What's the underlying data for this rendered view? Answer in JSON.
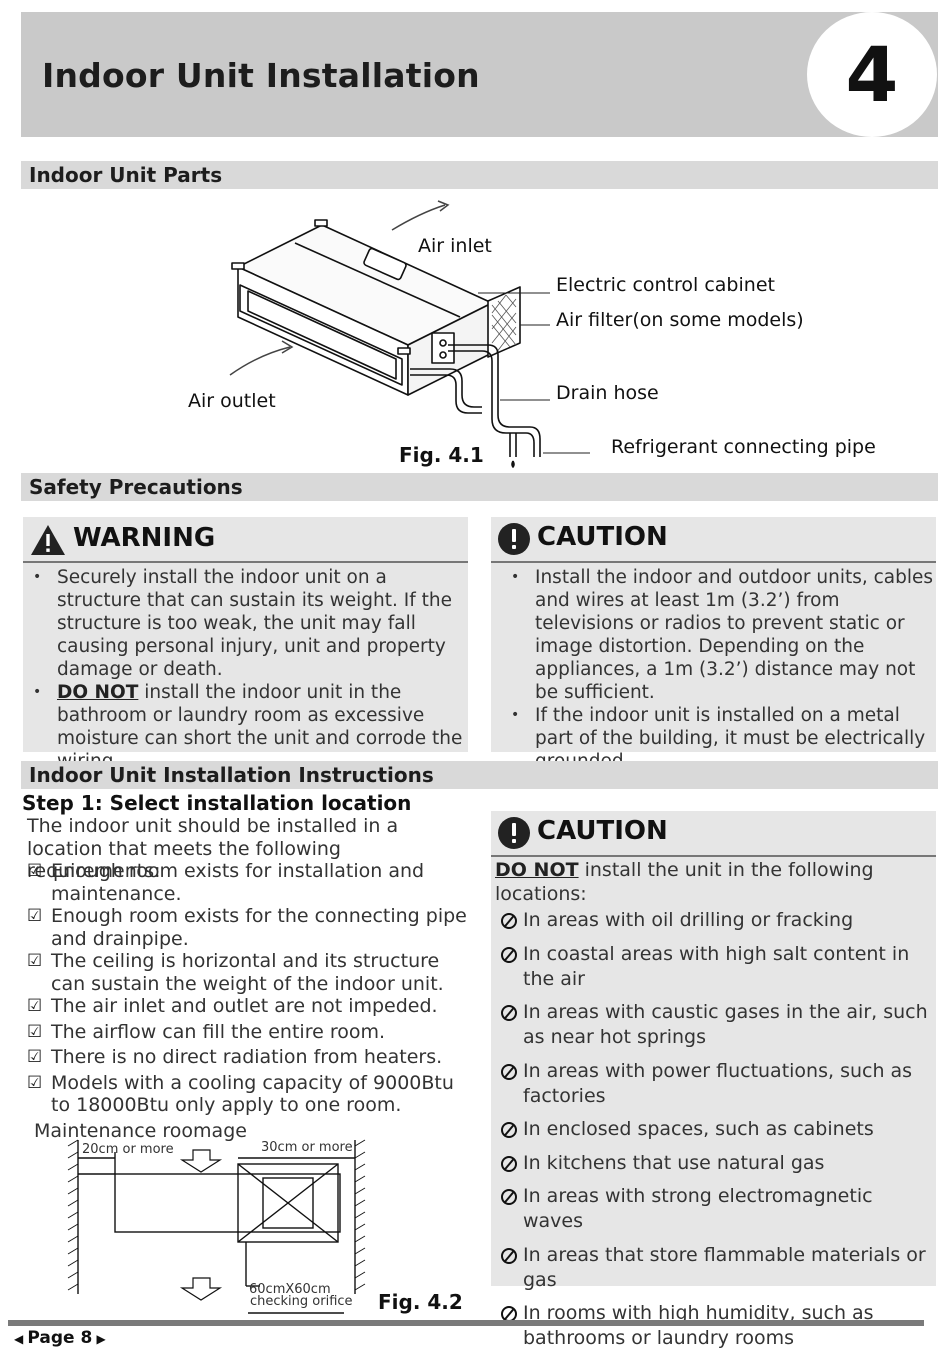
{
  "header": {
    "title": "Indoor Unit Installation",
    "chapter": "4"
  },
  "sections": {
    "parts": "Indoor Unit Parts",
    "safety": "Safety Precautions",
    "instructions": "Indoor Unit Installation Instructions"
  },
  "figure1": {
    "air_inlet": "Air inlet",
    "electric_cabinet": "Electric control cabinet",
    "air_filter": "Air filter(on some models)",
    "drain_hose": "Drain hose",
    "air_outlet": "Air outlet",
    "refrigerant_pipe": "Refrigerant connecting pipe",
    "caption": "Fig. 4.1"
  },
  "warning": {
    "title": "WARNING",
    "item1": "Securely install the indoor unit on a structure that can sustain its weight. If the structure is too weak, the unit may fall causing personal injury, unit and property damage or death.",
    "item2_strong": "DO NOT",
    "item2_rest": " install the indoor unit in the bathroom or laundry room as excessive moisture can short the unit and corrode the wiring."
  },
  "caution1": {
    "title": "CAUTION",
    "item1": "Install the indoor and outdoor units, cables and wires at least 1m (3.2’) from televisions or radios to prevent static or image distortion. Depending on the appliances, a 1m (3.2’) distance may not be sufficient.",
    "item2": "If the indoor unit is installed on a metal part of the building, it must be electrically grounded."
  },
  "step1": {
    "title": "Step 1: Select installation location",
    "intro": "The indoor unit should be installed in a location that meets the following requirements:",
    "requirements": [
      "Enough room exists for installation and maintenance.",
      "Enough room exists for the connecting pipe and drainpipe.",
      "The ceiling is horizontal and its structure can sustain the weight of the indoor unit.",
      "The air inlet and outlet are not impeded.",
      "The airflow can fill the entire room.",
      "There is no direct radiation from heaters.",
      "Models with a cooling capacity of 9000Btu to 18000Btu only apply to one room."
    ],
    "maintenance_label": "Maintenance roomage"
  },
  "figure2": {
    "left_dim": "20cm or more",
    "right_dim": "30cm or more",
    "orifice1": "60cmX60cm",
    "orifice2": "checking orifice",
    "caption": "Fig. 4.2"
  },
  "caution2": {
    "title": "CAUTION",
    "intro_strong": "DO NOT",
    "intro_rest": " install the unit in the following locations:",
    "items": [
      "In areas with oil drilling or fracking",
      "In coastal areas with high salt content in the air",
      "In areas with caustic gases in the air, such as near hot springs",
      "In areas with power fluctuations, such as factories",
      "In enclosed spaces, such as cabinets",
      "In kitchens that use natural gas",
      "In areas with strong electromagnetic waves",
      "In areas that store flammable materials or gas",
      "In rooms with high humidity, such as bathrooms or laundry rooms"
    ]
  },
  "footer": {
    "page_label": "Page 8"
  }
}
